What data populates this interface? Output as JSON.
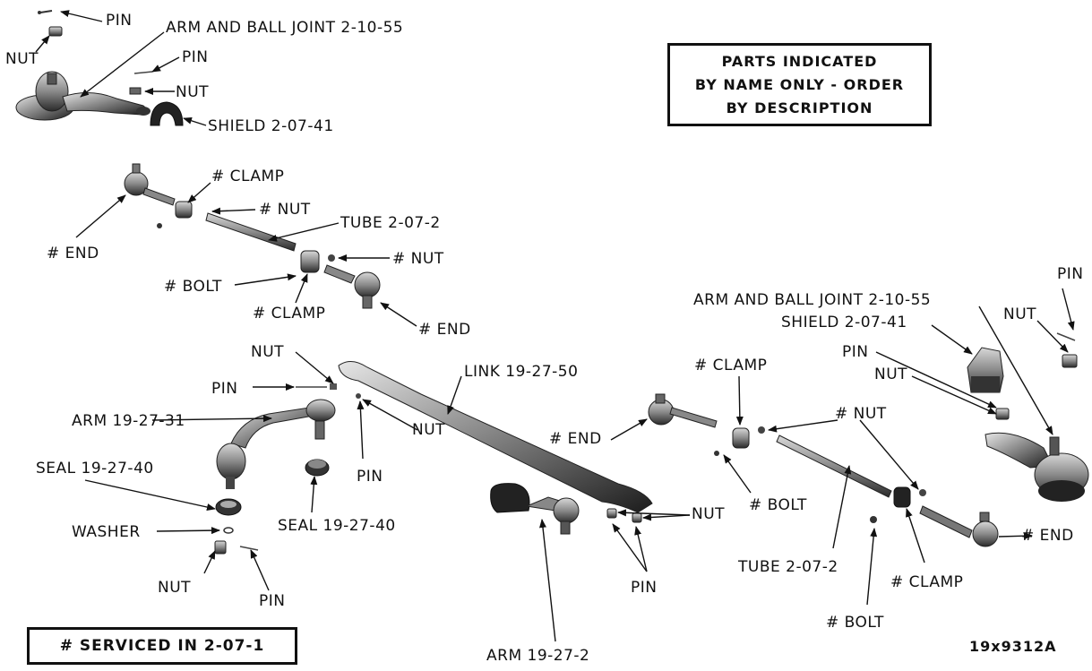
{
  "notice": {
    "line1": "PARTS INDICATED",
    "line2": "BY NAME ONLY - ORDER",
    "line3": "BY DESCRIPTION"
  },
  "serviced_note": "# SERVICED IN 2-07-1",
  "figure_id": "19x9312A",
  "labels": {
    "tl_pin1": "PIN",
    "tl_arm": "ARM AND BALL JOINT 2-10-55",
    "tl_nut1": "NUT",
    "tl_pin2": "PIN",
    "tl_nut2": "NUT",
    "tl_shield": "SHIELD 2-07-41",
    "ml_clamp1": "# CLAMP",
    "ml_nut1": "# NUT",
    "ml_tube": "TUBE 2-07-2",
    "ml_end1": "# END",
    "ml_nut2": "# NUT",
    "ml_bolt": "# BOLT",
    "ml_clamp2": "# CLAMP",
    "ml_end2": "# END",
    "r_pin1": "PIN",
    "r_arm": "ARM AND BALL JOINT 2-10-55",
    "r_nut1": "NUT",
    "r_shield": "SHIELD 2-07-41",
    "r_pin2": "PIN",
    "r_nut2": "NUT",
    "r_clamp1": "# CLAMP",
    "r_nut3": "# NUT",
    "r_end1": "# END",
    "r_bolt1": "# BOLT",
    "r_tube": "TUBE 2-07-2",
    "r_end2": "# END",
    "r_clamp2": "# CLAMP",
    "r_bolt2": "# BOLT",
    "bl_nut1": "NUT",
    "bl_pin1": "PIN",
    "bl_link": "LINK 19-27-50",
    "bl_arm1": "ARM 19-27-31",
    "bl_nut2": "NUT",
    "bl_pin2": "PIN",
    "bl_seal1": "SEAL 19-27-40",
    "bl_seal2": "SEAL 19-27-40",
    "bl_washer": "WASHER",
    "bl_nut3": "NUT",
    "bl_pin3": "PIN",
    "bl_nut4": "NUT",
    "bl_pin4": "PIN",
    "bl_arm2": "ARM 19-27-2"
  }
}
